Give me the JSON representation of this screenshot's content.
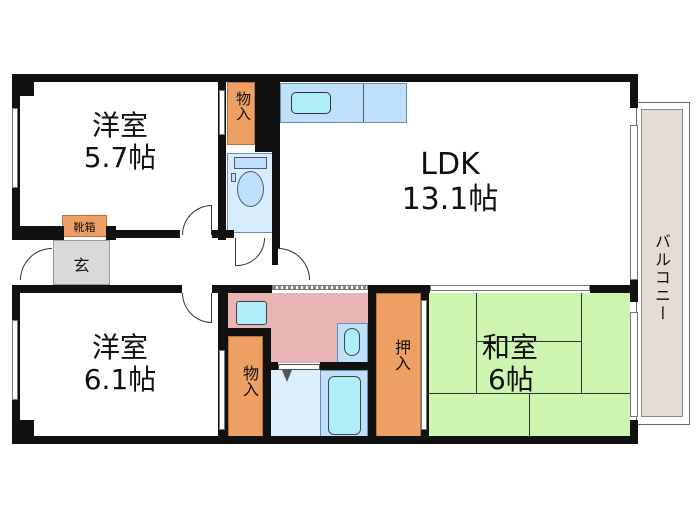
{
  "floor_plan": {
    "rooms": {
      "western_room_1": {
        "name": "洋室",
        "size": "5.7帖"
      },
      "ldk": {
        "name": "LDK",
        "size": "13.1帖"
      },
      "western_room_2": {
        "name": "洋室",
        "size": "6.1帖"
      },
      "japanese_room": {
        "name": "和室",
        "size": "6帖"
      },
      "entrance": {
        "name": "玄"
      },
      "shoe_box": {
        "name": "靴箱"
      },
      "closet_top": {
        "name": "物入"
      },
      "closet_bottom": {
        "name": "物入"
      },
      "oshiire": {
        "name": "押入"
      },
      "balcony": {
        "name": "バルコニー"
      }
    },
    "colors": {
      "wall": "#111111",
      "closet": "#ee9f63",
      "wet_area_blue": "#bfe0fb",
      "washroom_pink": "#e8b4b4",
      "tatami_green": "#cdf5b0",
      "entrance_gray": "#d9d9d9",
      "balcony_beige": "#e5dcd5",
      "fixture_cyan": "#aeeef8"
    }
  }
}
